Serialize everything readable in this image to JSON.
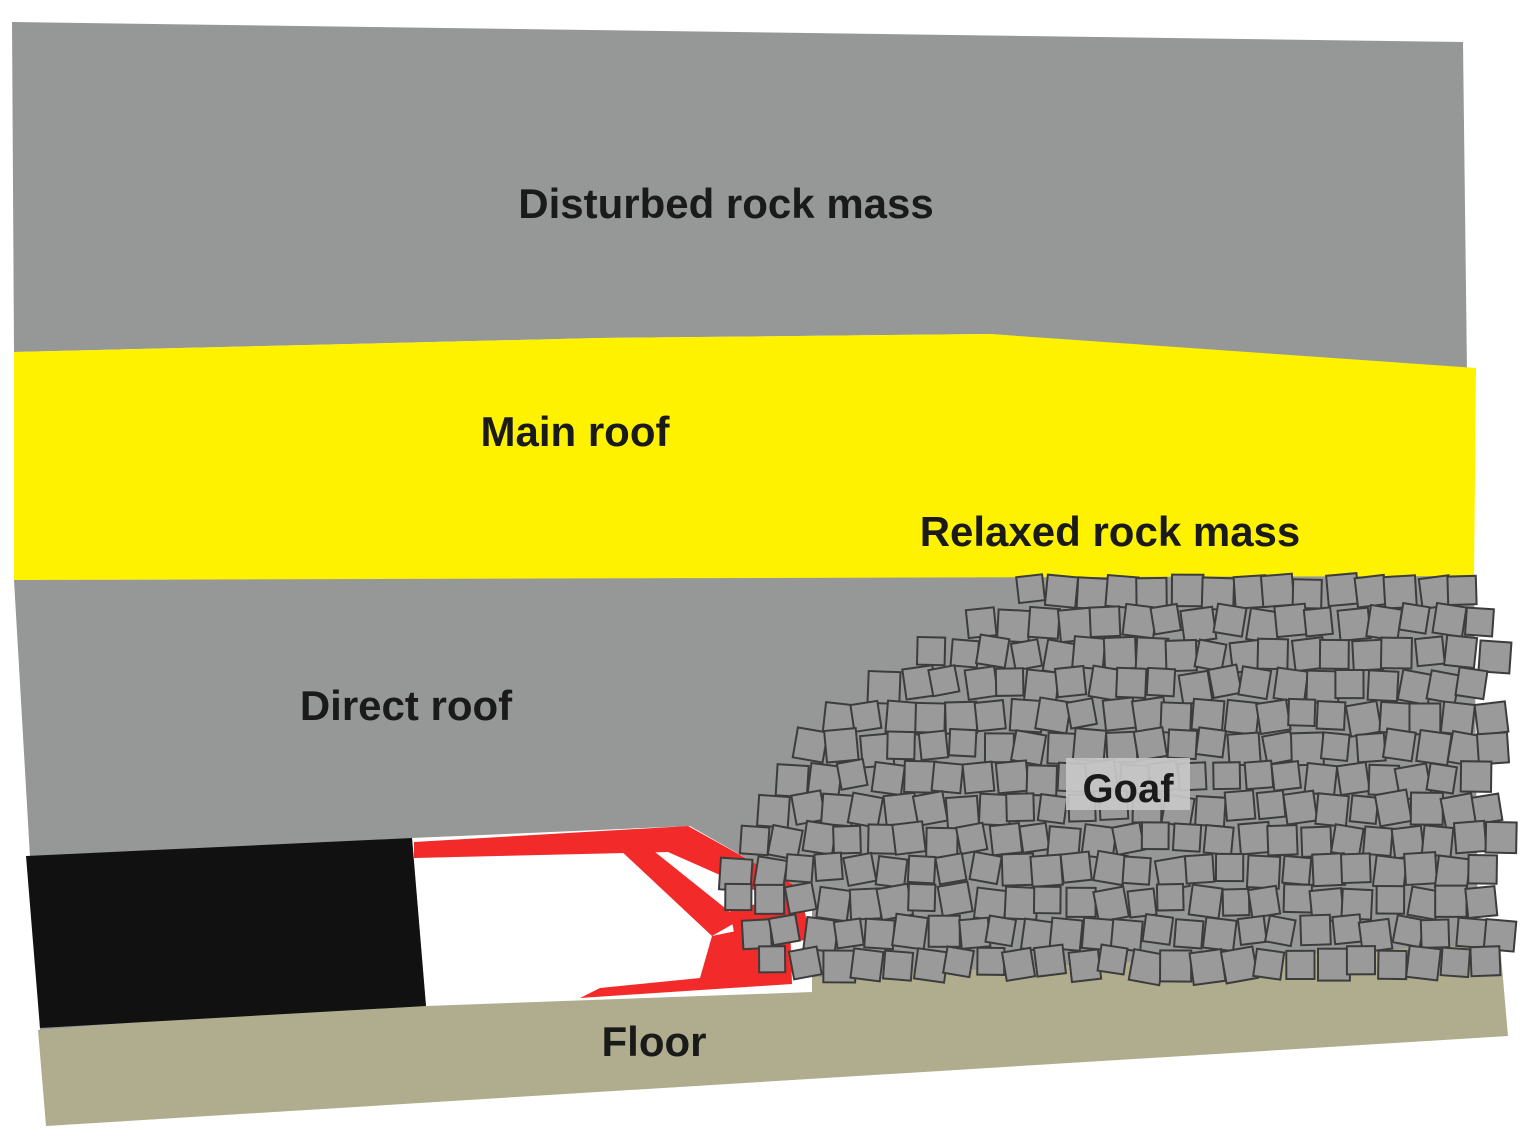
{
  "labels": {
    "disturbed": "Disturbed rock mass",
    "main_roof": "Main roof",
    "relaxed": "Relaxed rock mass",
    "direct_roof": "Direct roof",
    "goaf": "Goaf",
    "floor": "Floor"
  },
  "colors": {
    "rock_gray": "#969898",
    "main_roof_yellow": "#fff200",
    "floor_khaki": "#b0ad8f",
    "coal_black": "#111111",
    "support_red": "#f32a2a",
    "block_fill": "#9a9a9a",
    "block_edge": "#3c3c3c"
  }
}
